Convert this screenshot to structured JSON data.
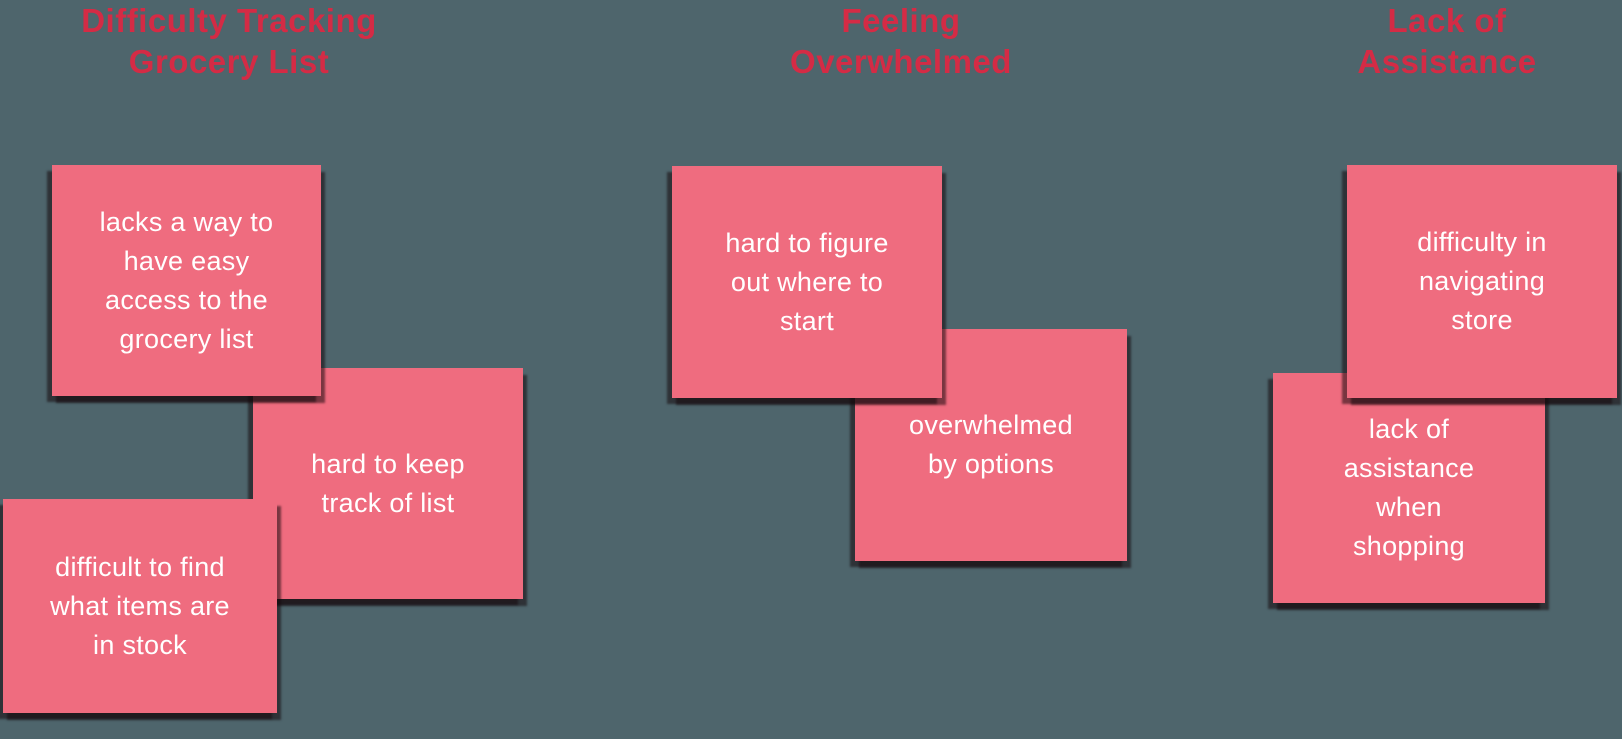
{
  "board": {
    "background_color": "#4e656c",
    "note_color": "#ef6c7f",
    "note_text_color": "#ffffff",
    "header_text_color": "#d42b45"
  },
  "groups": [
    {
      "title": "Difficulty Tracking\nGrocery List",
      "notes": [
        {
          "text": "lacks a way to\nhave easy\naccess to the\ngrocery list"
        },
        {
          "text": "hard to keep\ntrack of list"
        },
        {
          "text": "difficult to find\nwhat items are\nin stock"
        }
      ]
    },
    {
      "title": "Feeling\nOverwhelmed",
      "notes": [
        {
          "text": "hard to figure\nout where to\nstart"
        },
        {
          "text": "overwhelmed\nby options"
        }
      ]
    },
    {
      "title": "Lack of\nAssistance",
      "notes": [
        {
          "text": "difficulty in\nnavigating\nstore"
        },
        {
          "text": "lack of\nassistance\nwhen\nshopping"
        }
      ]
    }
  ]
}
